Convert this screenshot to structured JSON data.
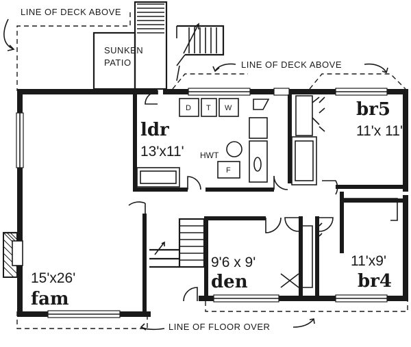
{
  "annotations": {
    "deck_above_top_left": "LINE OF DECK ABOVE",
    "deck_above_right": "LINE OF DECK ABOVE",
    "sunken_patio_line1": "SUNKEN",
    "sunken_patio_line2": "PATIO",
    "floor_over": "LINE OF FLOOR OVER"
  },
  "rooms": {
    "ldr": {
      "name": "ldr",
      "dims": "13'x11'"
    },
    "br5": {
      "name": "br5",
      "dims": "11'x 11'"
    },
    "fam": {
      "name": "fam",
      "dims": "15'x26'"
    },
    "den": {
      "name": "den",
      "dims": "9'6 x 9'"
    },
    "br4": {
      "name": "br4",
      "dims": "11'x9'"
    }
  },
  "appliances": {
    "dryer": "D",
    "toilet": "T",
    "washer": "W",
    "hwt": "HWT",
    "furnace": "F"
  },
  "colors": {
    "ink": "#1a1a1a",
    "paper": "#ffffff"
  }
}
